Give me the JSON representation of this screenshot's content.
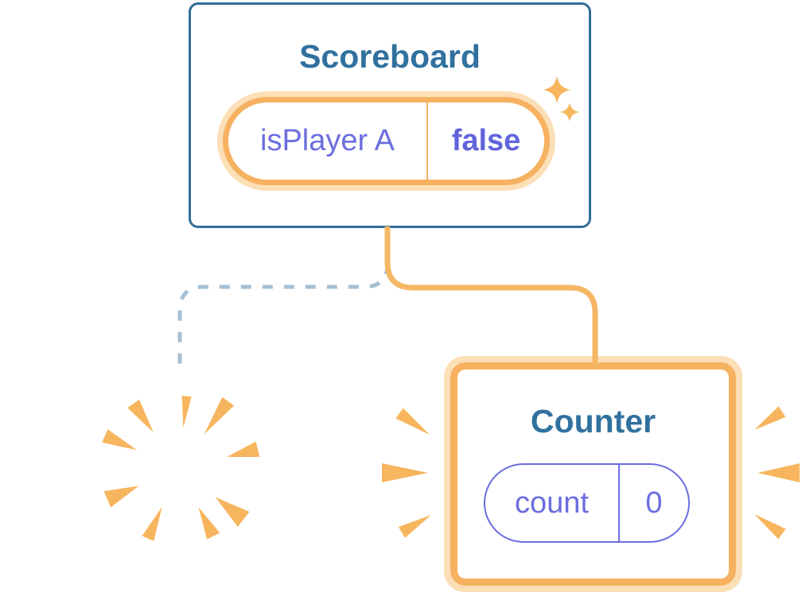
{
  "diagram": {
    "scoreboard": {
      "title": "Scoreboard",
      "state": {
        "name": "isPlayer A",
        "value": "false"
      }
    },
    "counter": {
      "title": "Counter",
      "state": {
        "name": "count",
        "value": "0"
      }
    },
    "icons": {
      "sparkles": "sparkles-icon",
      "poof": "poof-burst-icon",
      "rays_left": "burst-rays-left-icon",
      "rays_right": "burst-rays-right-icon"
    },
    "colors": {
      "card_border_blue": "#2E6E98",
      "title_blue": "#30719E",
      "orange": "#F6B161",
      "orange_light": "#FBDFB6",
      "orange_connector": "#F5B765",
      "orange_burst": "#F7B55E",
      "purple": "#6B6EDF",
      "purple_bold": "#6164DB",
      "dashed_blue": "#A6C0D3",
      "bg": "#FFFFFF"
    }
  }
}
